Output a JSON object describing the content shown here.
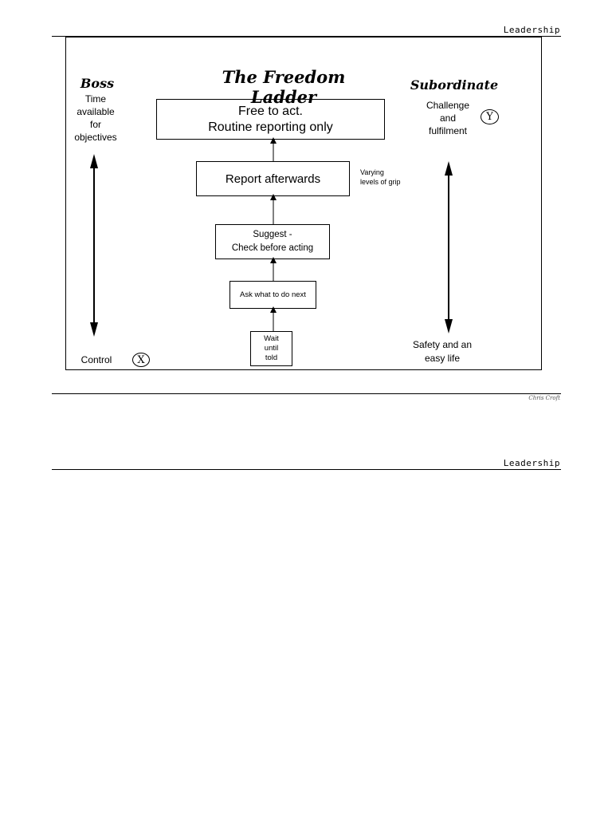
{
  "page1": {
    "header": "Leadership",
    "footer": "Chris Croft"
  },
  "slide": {
    "title": "The Freedom Ladder",
    "left_heading": "Boss",
    "left_top": "Time\navailable\nfor\nobjectives",
    "left_bottom": "Control",
    "left_symbol": "X",
    "right_heading": "Subordinate",
    "right_top": "Challenge\nand\nfulfilment",
    "right_symbol": "Y",
    "right_bottom": "Safety and an\neasy life",
    "annotation": "Varying\nlevels of grip",
    "steps": [
      "Free to act.\nRoutine reporting only",
      "Report afterwards",
      "Suggest -\nCheck before acting",
      "Ask what to do next",
      "Wait\nuntil\ntold"
    ]
  },
  "page2": {
    "header": "Leadership"
  }
}
